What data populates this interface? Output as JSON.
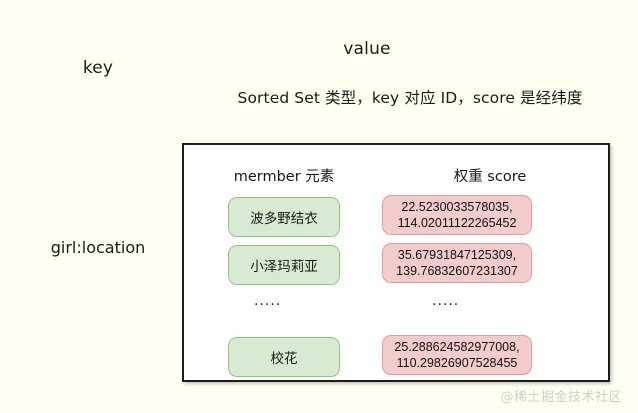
{
  "diagram": {
    "key_heading": "key",
    "value_heading": "value",
    "value_description": "Sorted Set 类型，key 对应 ID，score 是经纬度",
    "key_name": "girl:location",
    "columns": {
      "member": "mermber 元素",
      "score": "权重 score"
    },
    "rows": [
      {
        "member": "波多野结衣",
        "score": "22.5230033578035, 114.02011122265452"
      },
      {
        "member": "小泽玛莉亚",
        "score": "35.67931847125309, 139.76832607231307"
      },
      {
        "member": "…",
        "score": "…",
        "is_ellipsis": true,
        "member_dots": ".....",
        "score_dots": "....."
      },
      {
        "member": "校花",
        "score": "25.288624582977008, 110.29826907528455"
      }
    ]
  },
  "watermark": "@稀土掘金技术社区",
  "colors": {
    "page_background": "#fffff2",
    "box_background": "#ffffff",
    "box_border": "#1c1c1c",
    "member_fill": "#d9ead3",
    "member_border": "#93c47d",
    "score_fill": "#f4cccc",
    "score_border": "#e39c9c",
    "text": "#1a1a1a",
    "watermark": "#cfcfc4"
  }
}
